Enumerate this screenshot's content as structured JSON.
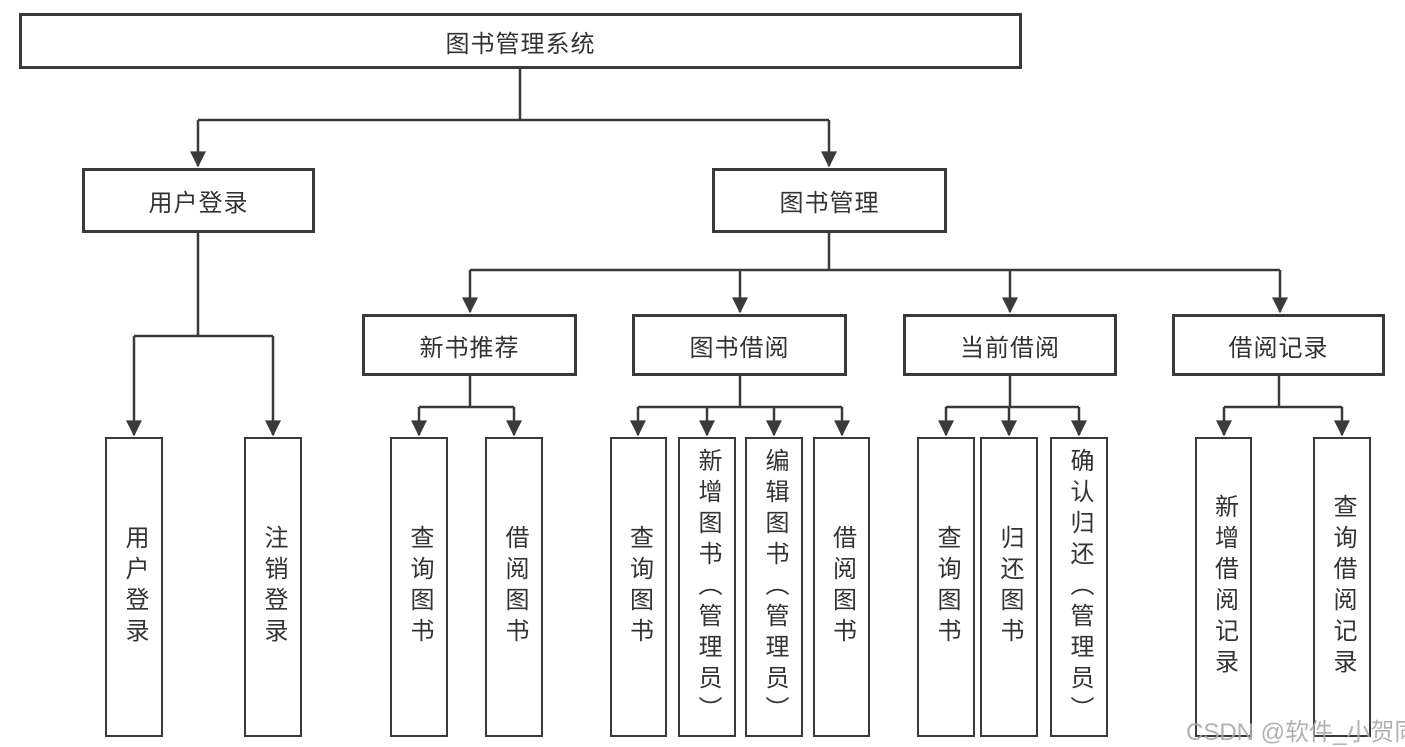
{
  "title": "图书管理系统",
  "tree": {
    "root": {
      "label": "图书管理系统",
      "children": [
        {
          "label": "用户登录",
          "children": [
            {
              "label": "用户登录"
            },
            {
              "label": "注销登录"
            }
          ]
        },
        {
          "label": "图书管理",
          "children": [
            {
              "label": "新书推荐",
              "children": [
                {
                  "label": "查询图书"
                },
                {
                  "label": "借阅图书"
                }
              ]
            },
            {
              "label": "图书借阅",
              "children": [
                {
                  "label": "查询图书"
                },
                {
                  "label": "新增图书（管理员）"
                },
                {
                  "label": "编辑图书（管理员）"
                },
                {
                  "label": "借阅图书"
                }
              ]
            },
            {
              "label": "当前借阅",
              "children": [
                {
                  "label": "查询图书"
                },
                {
                  "label": "归还图书"
                },
                {
                  "label": "确认归还（管理员）"
                }
              ]
            },
            {
              "label": "借阅记录",
              "children": [
                {
                  "label": "新增借阅记录"
                },
                {
                  "label": "查询借阅记录"
                }
              ]
            }
          ]
        }
      ]
    }
  },
  "watermark": {
    "text": "CSDN @软件_小贺同学"
  },
  "colors": {
    "line": "#3a3a3a",
    "box_border": "#3a3a3a",
    "text": "#333333",
    "watermark_gray": "#a8a8a8",
    "background": "#ffffff"
  }
}
